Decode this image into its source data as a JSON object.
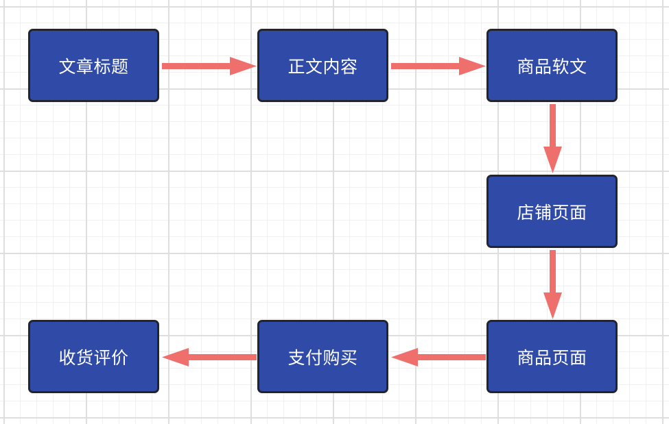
{
  "diagram": {
    "type": "flowchart",
    "colors": {
      "node_fill": "#2f4aa7",
      "node_border": "#23252b",
      "node_text": "#ffffff",
      "arrow": "#ee6f6c",
      "grid": "#dedede"
    },
    "nodes": [
      {
        "id": "n1",
        "label": "文章标题"
      },
      {
        "id": "n2",
        "label": "正文内容"
      },
      {
        "id": "n3",
        "label": "商品软文"
      },
      {
        "id": "n4",
        "label": "店铺页面"
      },
      {
        "id": "n5",
        "label": "商品页面"
      },
      {
        "id": "n6",
        "label": "支付购买"
      },
      {
        "id": "n7",
        "label": "收货评价"
      }
    ],
    "edges": [
      {
        "from": "n1",
        "to": "n2"
      },
      {
        "from": "n2",
        "to": "n3"
      },
      {
        "from": "n3",
        "to": "n4"
      },
      {
        "from": "n4",
        "to": "n5"
      },
      {
        "from": "n5",
        "to": "n6"
      },
      {
        "from": "n6",
        "to": "n7"
      }
    ]
  }
}
